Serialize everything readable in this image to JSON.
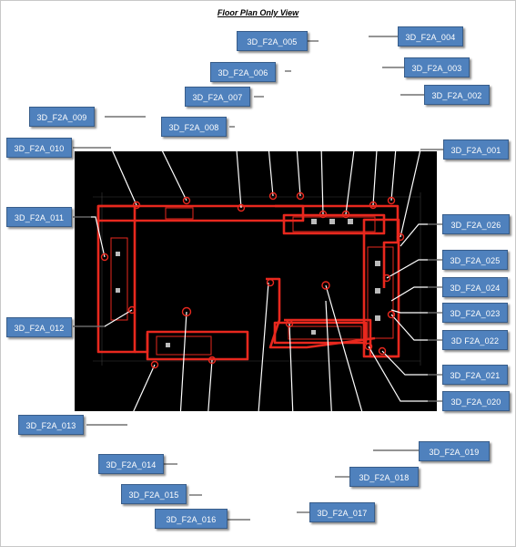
{
  "title": "Floor Plan Only View",
  "colors": {
    "tag_fill": "#4f81bd",
    "tag_border": "#385d8a",
    "plan_bg": "#000000",
    "walls": "#e8281e",
    "leader": "#ffffff"
  },
  "tags": [
    "3D_F2A_001",
    "3D_F2A_002",
    "3D_F2A_003",
    "3D_F2A_004",
    "3D_F2A_005",
    "3D_F2A_006",
    "3D_F2A_007",
    "3D_F2A_008",
    "3D_F2A_009",
    "3D_F2A_010",
    "3D_F2A_011",
    "3D_F2A_012",
    "3D_F2A_013",
    "3D_F2A_014",
    "3D_F2A_015",
    "3D_F2A_016",
    "3D_F2A_017",
    "3D_F2A_018",
    "3D_F2A_019",
    "3D_F2A_020",
    "3D_F2A_021",
    "3D F2A_022",
    "3D_F2A_023",
    "3D_F2A_024",
    "3D_F2A_025",
    "3D_F2A_026"
  ]
}
